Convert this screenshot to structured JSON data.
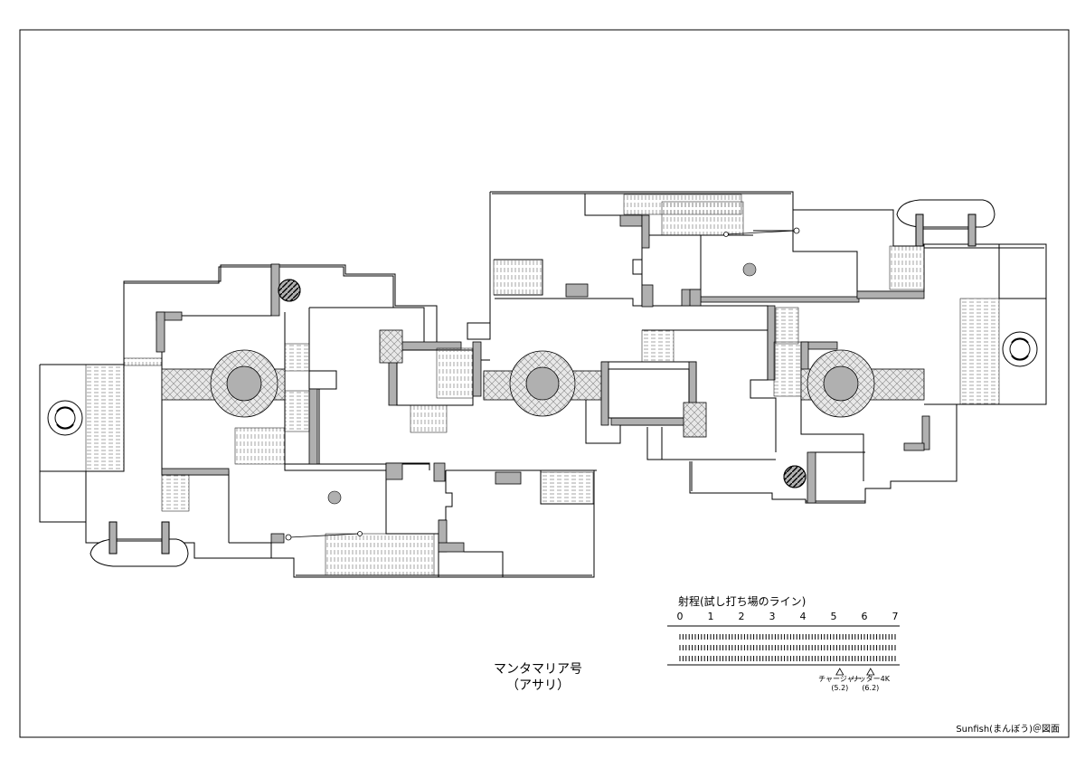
{
  "map": {
    "title": "マンタマリア号",
    "subtitle": "（アサリ）"
  },
  "range": {
    "title": "射程(試し打ち場のライン)",
    "ticks": [
      "0",
      "1",
      "2",
      "3",
      "4",
      "5",
      "6",
      "7"
    ],
    "weapons": [
      {
        "name": "チャージャー",
        "range": "(5.2)",
        "value": 5.2
      },
      {
        "name": "リッター4K",
        "range": "(6.2)",
        "value": 6.2
      }
    ]
  },
  "credit": "Sunfish(まんぼう)＠図面",
  "colors": {
    "wall": "#b0b0b0",
    "line": "#000000",
    "background": "#ffffff",
    "lattice": "#d0d0d0"
  }
}
